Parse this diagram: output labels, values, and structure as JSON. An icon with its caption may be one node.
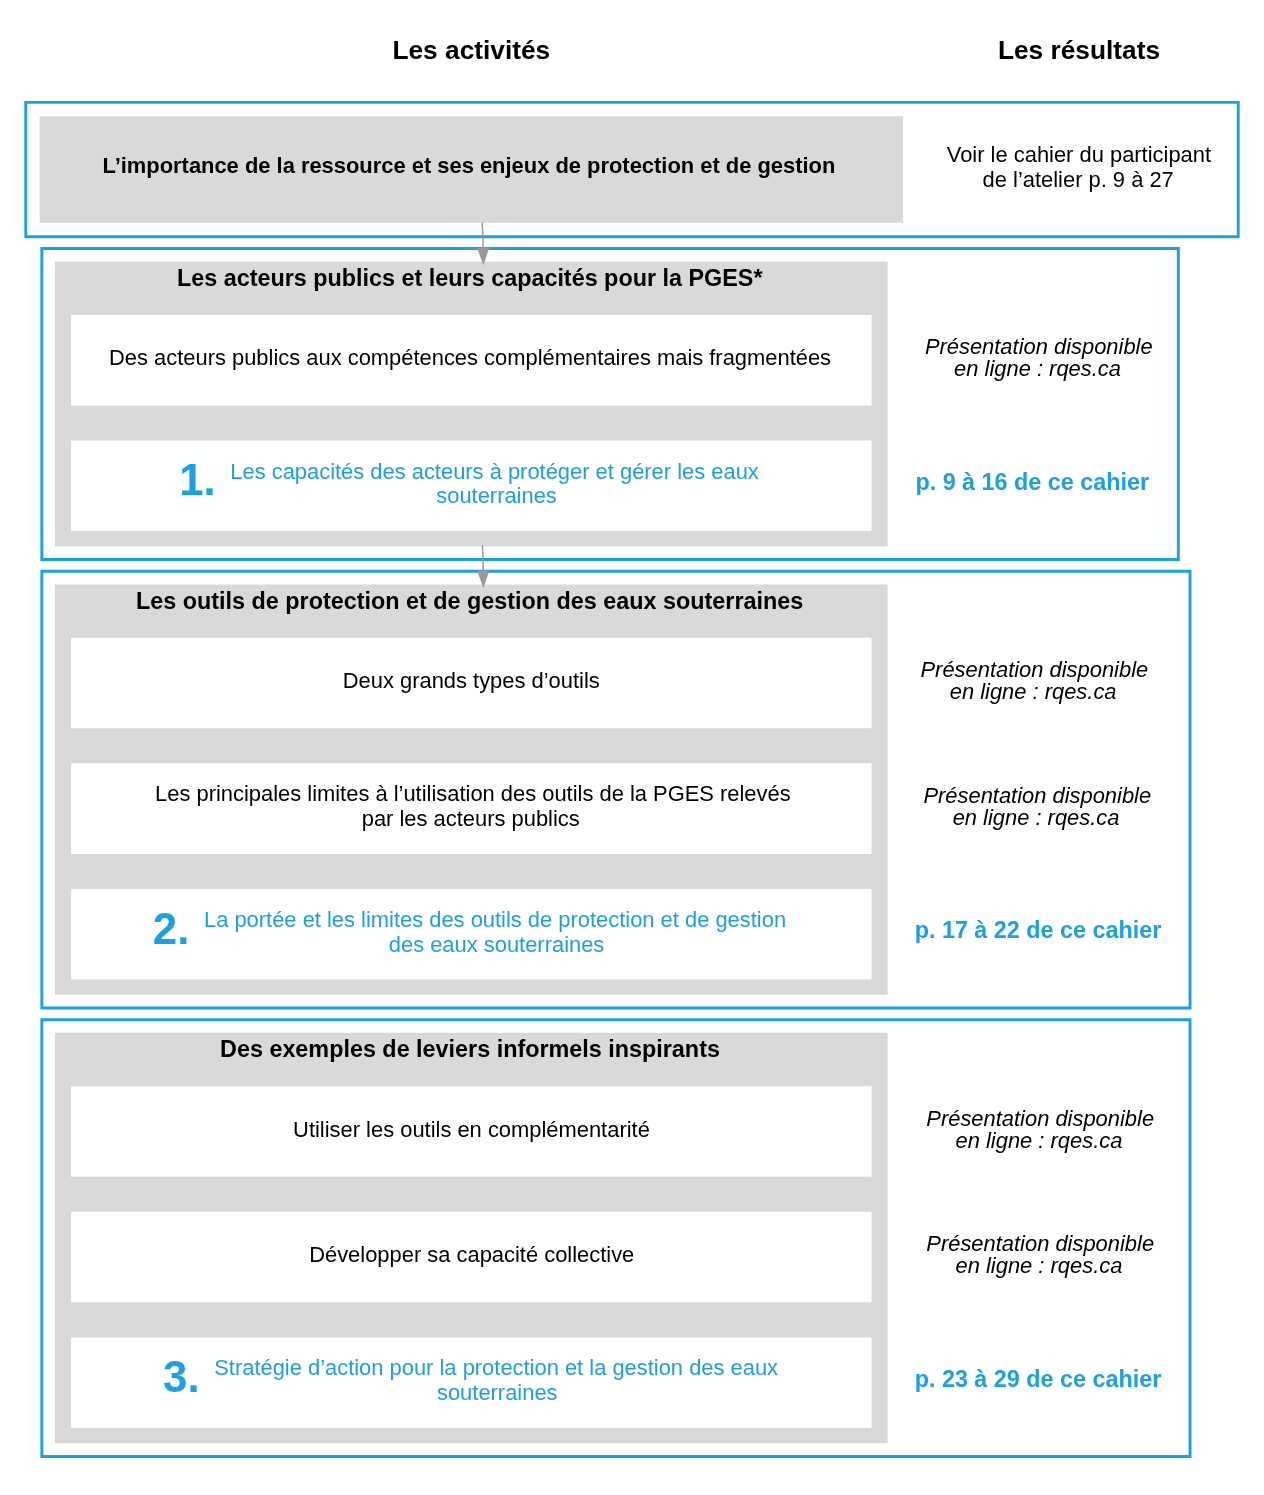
{
  "diagram": {
    "nodes": [
      {
        "text": [],
        "shape": "box"
      },
      {
        "text": [
          "L’importance de la ressource et ses enjeux de protection et de gestion"
        ],
        "in": 0
      },
      {
        "text": [
          "Voir le cahier du participant de l’atelier p. 9 à 27"
        ],
        "in": 0
      },
      {
        "text": [],
        "shape": "box"
      },
      {
        "text": [
          "Les acteurs publics et leurs capacités pour la PGES*"
        ],
        "in": 3
      },
      {
        "text": [
          "Des acteurs publics aux compétences complémentaires mais fragmentées"
        ],
        "in": 4
      },
      {
        "text": [
          "1.",
          "Les capacités des acteurs à protéger et gérer les eaux souterraines"
        ],
        "in": 4
      },
      {
        "text": [
          "Présentation disponible en ligne : rqes.ca"
        ],
        "in": 3
      },
      {
        "text": [
          "p. 9 à 16 de ce cahier"
        ],
        "in": 3
      },
      {
        "text": [],
        "shape": "box"
      },
      {
        "text": [
          "Les outils de protection et de gestion des eaux souterraines"
        ],
        "in": 9
      },
      {
        "text": [
          "Deux grands types d’outils"
        ],
        "in": 10
      },
      {
        "text": [
          "Les principales limites à l’utilisation des outils de la PGES relevés par les acteurs publics"
        ],
        "in": 10
      },
      {
        "text": [
          "2.",
          "La portée et les limites des outils de protection et de gestion des eaux souterraines"
        ],
        "in": 10
      },
      {
        "text": [
          "Présentation disponible en ligne : rqes.ca"
        ],
        "in": 9
      },
      {
        "text": [
          "Présentation disponible en ligne : rqes.ca"
        ],
        "in": 9
      },
      {
        "text": [
          "p. 17 à 22 de ce cahier"
        ],
        "in": 9
      },
      {
        "text": [],
        "shape": "box"
      },
      {
        "text": [
          "Des exemples de leviers informels inspirants"
        ],
        "in": 17
      },
      {
        "text": [
          "Utiliser les outils en complémentarité"
        ],
        "in": 18
      },
      {
        "text": [
          "Développer sa capacité collective"
        ],
        "in": 18
      },
      {
        "text": [
          "3.",
          "Stratégie d’action pour la protection et la gestion des eaux souterraines"
        ],
        "in": 18
      },
      {
        "text": [
          "Présentation disponible en ligne : rqes.ca"
        ],
        "in": 17
      },
      {
        "text": [
          "Présentation disponible en ligne : rqes.ca"
        ],
        "in": 17
      },
      {
        "text": [
          "p. 23 à 29 de ce cahier"
        ],
        "in": 17
      }
    ],
    "edges": [
      {
        "from": 1,
        "to": 4,
        "arrow": "to"
      },
      {
        "from": 4,
        "to": 10,
        "arrow": "to"
      }
    ],
    "labels": [
      "Les activités",
      "Les résultats"
    ]
  }
}
